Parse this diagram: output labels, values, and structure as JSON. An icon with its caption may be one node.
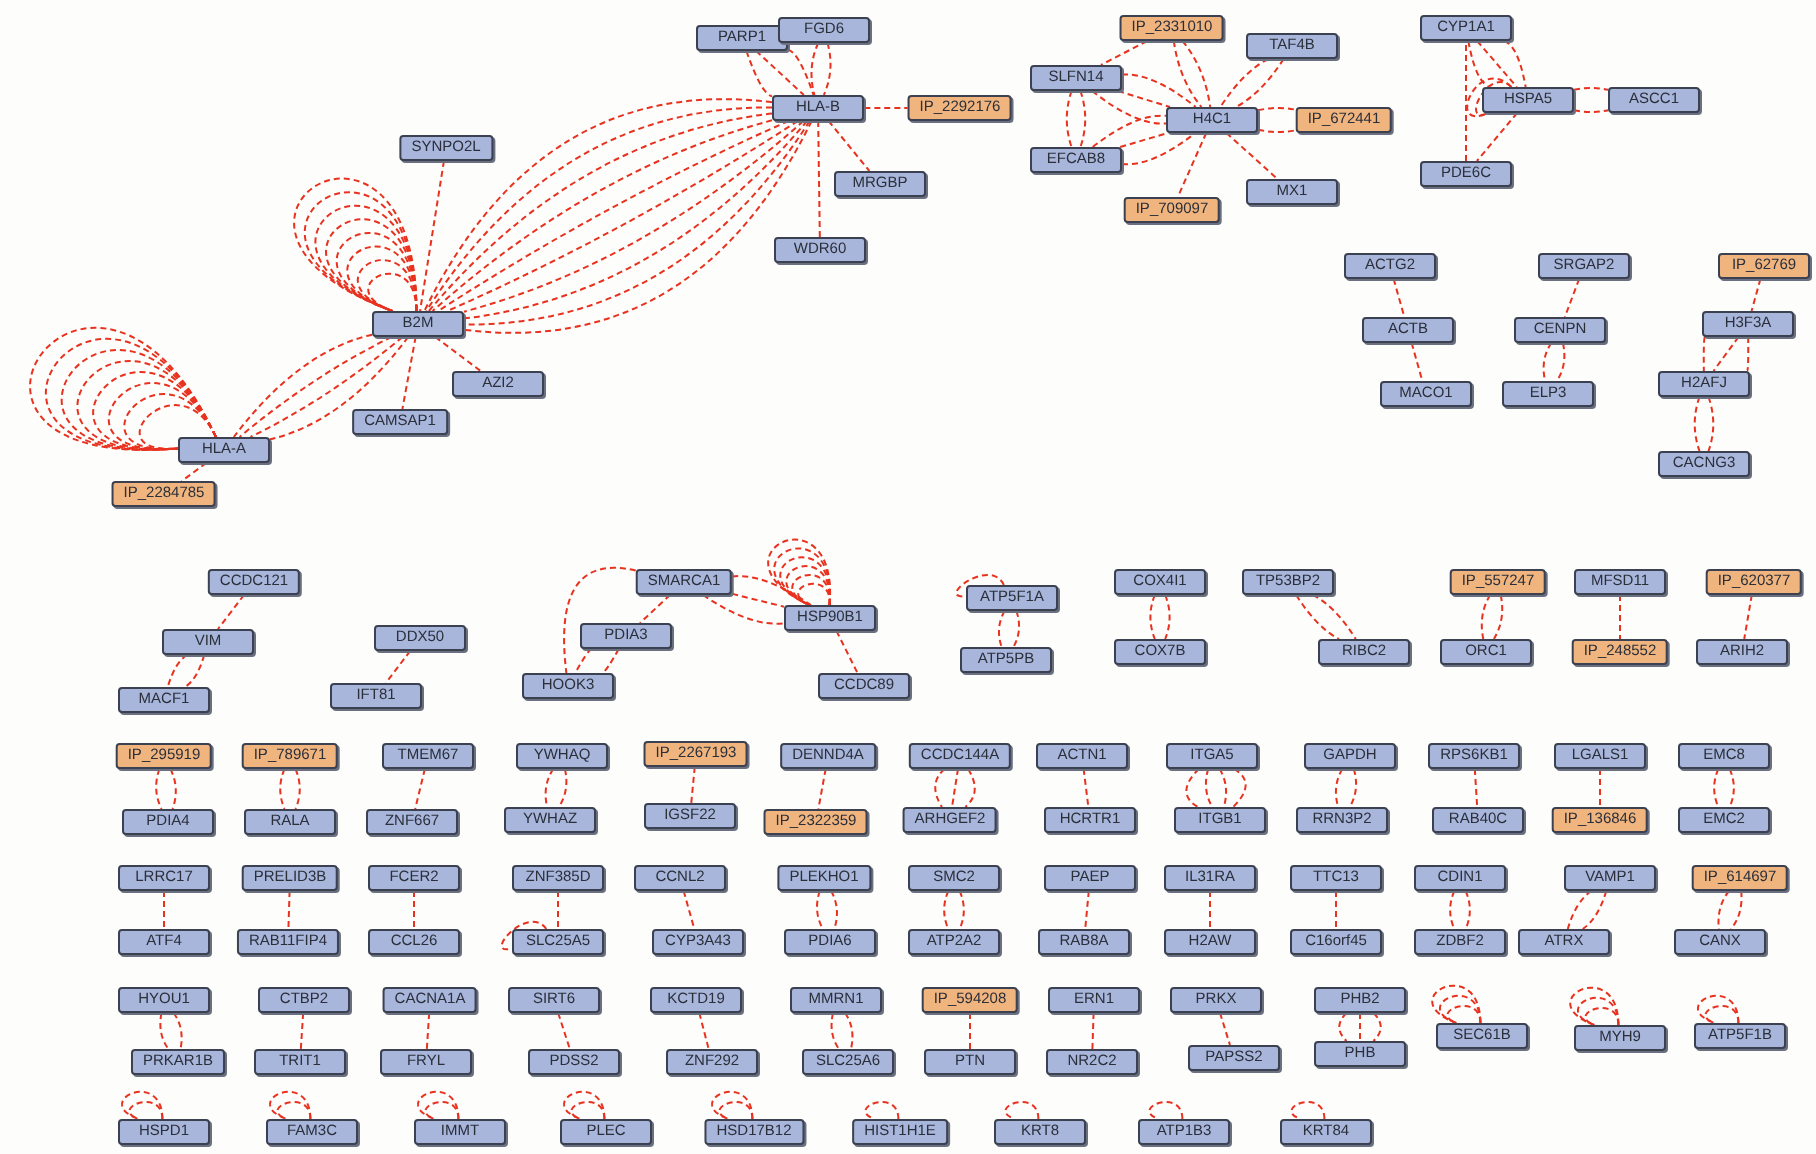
{
  "diagram": {
    "nodes": [
      {
        "text": [
          "PARP1"
        ]
      },
      {
        "text": [
          "FGD6"
        ]
      },
      {
        "text": [
          "HLA-B"
        ]
      },
      {
        "text": [
          "IP_2292176"
        ]
      },
      {
        "text": [
          "MRGBP"
        ]
      },
      {
        "text": [
          "WDR60"
        ]
      },
      {
        "text": [
          "SYNPO2L"
        ]
      },
      {
        "text": [
          "B2M"
        ]
      },
      {
        "text": [
          "AZI2"
        ]
      },
      {
        "text": [
          "CAMSAP1"
        ]
      },
      {
        "text": [
          "HLA-A"
        ]
      },
      {
        "text": [
          "IP_2284785"
        ]
      },
      {
        "text": [
          "IP_2331010"
        ]
      },
      {
        "text": [
          "TAF4B"
        ]
      },
      {
        "text": [
          "SLFN14"
        ]
      },
      {
        "text": [
          "H4C1"
        ]
      },
      {
        "text": [
          "IP_672441"
        ]
      },
      {
        "text": [
          "EFCAB8"
        ]
      },
      {
        "text": [
          "MX1"
        ]
      },
      {
        "text": [
          "IP_709097"
        ]
      },
      {
        "text": [
          "CYP1A1"
        ]
      },
      {
        "text": [
          "HSPA5"
        ]
      },
      {
        "text": [
          "ASCC1"
        ]
      },
      {
        "text": [
          "PDE6C"
        ]
      },
      {
        "text": [
          "ACTG2"
        ]
      },
      {
        "text": [
          "ACTB"
        ]
      },
      {
        "text": [
          "MACO1"
        ]
      },
      {
        "text": [
          "SRGAP2"
        ]
      },
      {
        "text": [
          "CENPN"
        ]
      },
      {
        "text": [
          "ELP3"
        ]
      },
      {
        "text": [
          "IP_62769"
        ]
      },
      {
        "text": [
          "H3F3A"
        ]
      },
      {
        "text": [
          "H2AFJ"
        ]
      },
      {
        "text": [
          "CACNG3"
        ]
      },
      {
        "text": [
          "CCDC121"
        ]
      },
      {
        "text": [
          "VIM"
        ]
      },
      {
        "text": [
          "MACF1"
        ]
      },
      {
        "text": [
          "DDX50"
        ]
      },
      {
        "text": [
          "IFT81"
        ]
      },
      {
        "text": [
          "SMARCA1"
        ]
      },
      {
        "text": [
          "PDIA3"
        ]
      },
      {
        "text": [
          "HOOK3"
        ]
      },
      {
        "text": [
          "HSP90B1"
        ]
      },
      {
        "text": [
          "CCDC89"
        ]
      },
      {
        "text": [
          "ATP5F1A"
        ]
      },
      {
        "text": [
          "ATP5PB"
        ]
      },
      {
        "text": [
          "COX4I1"
        ]
      },
      {
        "text": [
          "COX7B"
        ]
      },
      {
        "text": [
          "TP53BP2"
        ]
      },
      {
        "text": [
          "RIBC2"
        ]
      },
      {
        "text": [
          "IP_557247"
        ]
      },
      {
        "text": [
          "ORC1"
        ]
      },
      {
        "text": [
          "MFSD11"
        ]
      },
      {
        "text": [
          "IP_248552"
        ]
      },
      {
        "text": [
          "IP_620377"
        ]
      },
      {
        "text": [
          "ARIH2"
        ]
      },
      {
        "text": [
          "IP_295919"
        ]
      },
      {
        "text": [
          "PDIA4"
        ]
      },
      {
        "text": [
          "IP_789671"
        ]
      },
      {
        "text": [
          "RALA"
        ]
      },
      {
        "text": [
          "TMEM67"
        ]
      },
      {
        "text": [
          "ZNF667"
        ]
      },
      {
        "text": [
          "YWHAQ"
        ]
      },
      {
        "text": [
          "YWHAZ"
        ]
      },
      {
        "text": [
          "IP_2267193"
        ]
      },
      {
        "text": [
          "IGSF22"
        ]
      },
      {
        "text": [
          "DENND4A"
        ]
      },
      {
        "text": [
          "IP_2322359"
        ]
      },
      {
        "text": [
          "CCDC144A"
        ]
      },
      {
        "text": [
          "ARHGEF2"
        ]
      },
      {
        "text": [
          "ACTN1"
        ]
      },
      {
        "text": [
          "HCRTR1"
        ]
      },
      {
        "text": [
          "ITGA5"
        ]
      },
      {
        "text": [
          "ITGB1"
        ]
      },
      {
        "text": [
          "GAPDH"
        ]
      },
      {
        "text": [
          "RRN3P2"
        ]
      },
      {
        "text": [
          "RPS6KB1"
        ]
      },
      {
        "text": [
          "RAB40C"
        ]
      },
      {
        "text": [
          "LGALS1"
        ]
      },
      {
        "text": [
          "IP_136846"
        ]
      },
      {
        "text": [
          "EMC8"
        ]
      },
      {
        "text": [
          "EMC2"
        ]
      },
      {
        "text": [
          "LRRC17"
        ]
      },
      {
        "text": [
          "ATF4"
        ]
      },
      {
        "text": [
          "PRELID3B"
        ]
      },
      {
        "text": [
          "RAB11FIP4"
        ]
      },
      {
        "text": [
          "FCER2"
        ]
      },
      {
        "text": [
          "CCL26"
        ]
      },
      {
        "text": [
          "ZNF385D"
        ]
      },
      {
        "text": [
          "SLC25A5"
        ]
      },
      {
        "text": [
          "CCNL2"
        ]
      },
      {
        "text": [
          "CYP3A43"
        ]
      },
      {
        "text": [
          "PLEKHO1"
        ]
      },
      {
        "text": [
          "PDIA6"
        ]
      },
      {
        "text": [
          "SMC2"
        ]
      },
      {
        "text": [
          "ATP2A2"
        ]
      },
      {
        "text": [
          "PAEP"
        ]
      },
      {
        "text": [
          "RAB8A"
        ]
      },
      {
        "text": [
          "IL31RA"
        ]
      },
      {
        "text": [
          "H2AW"
        ]
      },
      {
        "text": [
          "TTC13"
        ]
      },
      {
        "text": [
          "C16orf45"
        ]
      },
      {
        "text": [
          "CDIN1"
        ]
      },
      {
        "text": [
          "ZDBF2"
        ]
      },
      {
        "text": [
          "VAMP1"
        ]
      },
      {
        "text": [
          "ATRX"
        ]
      },
      {
        "text": [
          "IP_614697"
        ]
      },
      {
        "text": [
          "CANX"
        ]
      },
      {
        "text": [
          "HYOU1"
        ]
      },
      {
        "text": [
          "PRKAR1B"
        ]
      },
      {
        "text": [
          "CTBP2"
        ]
      },
      {
        "text": [
          "TRIT1"
        ]
      },
      {
        "text": [
          "CACNA1A"
        ]
      },
      {
        "text": [
          "FRYL"
        ]
      },
      {
        "text": [
          "SIRT6"
        ]
      },
      {
        "text": [
          "PDSS2"
        ]
      },
      {
        "text": [
          "KCTD19"
        ]
      },
      {
        "text": [
          "ZNF292"
        ]
      },
      {
        "text": [
          "MMRN1"
        ]
      },
      {
        "text": [
          "SLC25A6"
        ]
      },
      {
        "text": [
          "IP_594208"
        ]
      },
      {
        "text": [
          "PTN"
        ]
      },
      {
        "text": [
          "ERN1"
        ]
      },
      {
        "text": [
          "NR2C2"
        ]
      },
      {
        "text": [
          "PRKX"
        ]
      },
      {
        "text": [
          "PAPSS2"
        ]
      },
      {
        "text": [
          "PHB2"
        ]
      },
      {
        "text": [
          "PHB"
        ]
      },
      {
        "text": [
          "SEC61B"
        ]
      },
      {
        "text": [
          "MYH9"
        ]
      },
      {
        "text": [
          "ATP5F1B"
        ]
      },
      {
        "text": [
          "HSPD1"
        ]
      },
      {
        "text": [
          "FAM3C"
        ]
      },
      {
        "text": [
          "IMMT"
        ]
      },
      {
        "text": [
          "PLEC"
        ]
      },
      {
        "text": [
          "HSD17B12"
        ]
      },
      {
        "text": [
          "HIST1H1E"
        ]
      },
      {
        "text": [
          "KRT8"
        ]
      },
      {
        "text": [
          "ATP1B3"
        ]
      },
      {
        "text": [
          "KRT84"
        ]
      }
    ],
    "edges": [
      {
        "from": 0,
        "to": 2,
        "arrow": "none"
      },
      {
        "from": 0,
        "to": 2,
        "arrow": "none"
      },
      {
        "from": 0,
        "to": 2,
        "arrow": "none"
      },
      {
        "from": 1,
        "to": 2,
        "arrow": "none"
      },
      {
        "from": 1,
        "to": 2,
        "arrow": "none"
      },
      {
        "from": 2,
        "to": 3,
        "arrow": "none"
      },
      {
        "from": 2,
        "to": 4,
        "arrow": "none"
      },
      {
        "from": 2,
        "to": 5,
        "arrow": "none"
      },
      {
        "from": 2,
        "to": 7,
        "arrow": "none"
      },
      {
        "from": 2,
        "to": 7,
        "arrow": "none"
      },
      {
        "from": 2,
        "to": 7,
        "arrow": "none"
      },
      {
        "from": 2,
        "to": 7,
        "arrow": "none"
      },
      {
        "from": 2,
        "to": 7,
        "arrow": "none"
      },
      {
        "from": 2,
        "to": 7,
        "arrow": "none"
      },
      {
        "from": 2,
        "to": 7,
        "arrow": "none"
      },
      {
        "from": 2,
        "to": 7,
        "arrow": "none"
      },
      {
        "from": 2,
        "to": 7,
        "arrow": "none"
      },
      {
        "from": 2,
        "to": 7,
        "arrow": "none"
      },
      {
        "from": 6,
        "to": 7,
        "arrow": "none"
      },
      {
        "from": 7,
        "to": 8,
        "arrow": "none"
      },
      {
        "from": 7,
        "to": 9,
        "arrow": "none"
      },
      {
        "from": 7,
        "to": 10,
        "arrow": "none"
      },
      {
        "from": 7,
        "to": 10,
        "arrow": "none"
      },
      {
        "from": 7,
        "to": 10,
        "arrow": "none"
      },
      {
        "from": 7,
        "to": 10,
        "arrow": "none"
      },
      {
        "from": 7,
        "to": 7,
        "arrow": "none"
      },
      {
        "from": 7,
        "to": 7,
        "arrow": "none"
      },
      {
        "from": 7,
        "to": 7,
        "arrow": "none"
      },
      {
        "from": 7,
        "to": 7,
        "arrow": "none"
      },
      {
        "from": 7,
        "to": 7,
        "arrow": "none"
      },
      {
        "from": 7,
        "to": 7,
        "arrow": "none"
      },
      {
        "from": 7,
        "to": 7,
        "arrow": "none"
      },
      {
        "from": 7,
        "to": 7,
        "arrow": "none"
      },
      {
        "from": 10,
        "to": 10,
        "arrow": "none"
      },
      {
        "from": 10,
        "to": 10,
        "arrow": "none"
      },
      {
        "from": 10,
        "to": 10,
        "arrow": "none"
      },
      {
        "from": 10,
        "to": 10,
        "arrow": "none"
      },
      {
        "from": 10,
        "to": 10,
        "arrow": "none"
      },
      {
        "from": 10,
        "to": 10,
        "arrow": "none"
      },
      {
        "from": 10,
        "to": 10,
        "arrow": "none"
      },
      {
        "from": 10,
        "to": 10,
        "arrow": "none"
      },
      {
        "from": 10,
        "to": 11,
        "arrow": "none"
      },
      {
        "from": 12,
        "to": 15,
        "arrow": "none"
      },
      {
        "from": 12,
        "to": 15,
        "arrow": "none"
      },
      {
        "from": 12,
        "to": 14,
        "arrow": "none"
      },
      {
        "from": 13,
        "to": 15,
        "arrow": "none"
      },
      {
        "from": 13,
        "to": 15,
        "arrow": "none"
      },
      {
        "from": 14,
        "to": 15,
        "arrow": "none"
      },
      {
        "from": 14,
        "to": 15,
        "arrow": "none"
      },
      {
        "from": 14,
        "to": 15,
        "arrow": "none"
      },
      {
        "from": 14,
        "to": 17,
        "arrow": "none"
      },
      {
        "from": 14,
        "to": 17,
        "arrow": "none"
      },
      {
        "from": 17,
        "to": 15,
        "arrow": "none"
      },
      {
        "from": 17,
        "to": 15,
        "arrow": "none"
      },
      {
        "from": 17,
        "to": 15,
        "arrow": "none"
      },
      {
        "from": 15,
        "to": 16,
        "arrow": "none"
      },
      {
        "from": 15,
        "to": 16,
        "arrow": "none"
      },
      {
        "from": 15,
        "to": 18,
        "arrow": "none"
      },
      {
        "from": 15,
        "to": 19,
        "arrow": "none"
      },
      {
        "from": 20,
        "to": 21,
        "arrow": "none"
      },
      {
        "from": 20,
        "to": 21,
        "arrow": "none"
      },
      {
        "from": 20,
        "to": 21,
        "arrow": "none"
      },
      {
        "from": 21,
        "to": 21,
        "arrow": "none"
      },
      {
        "from": 21,
        "to": 21,
        "arrow": "none"
      },
      {
        "from": 21,
        "to": 22,
        "arrow": "none"
      },
      {
        "from": 21,
        "to": 22,
        "arrow": "none"
      },
      {
        "from": 21,
        "to": 23,
        "arrow": "none"
      },
      {
        "from": 23,
        "to": 20,
        "arrow": "none"
      },
      {
        "from": 24,
        "to": 25,
        "arrow": "none"
      },
      {
        "from": 25,
        "to": 26,
        "arrow": "none"
      },
      {
        "from": 27,
        "to": 28,
        "arrow": "none"
      },
      {
        "from": 28,
        "to": 29,
        "arrow": "none"
      },
      {
        "from": 28,
        "to": 29,
        "arrow": "none"
      },
      {
        "from": 30,
        "to": 31,
        "arrow": "none"
      },
      {
        "from": 31,
        "to": 32,
        "arrow": "none"
      },
      {
        "from": 31,
        "to": 32,
        "arrow": "none"
      },
      {
        "from": 31,
        "to": 32,
        "arrow": "none"
      },
      {
        "from": 32,
        "to": 33,
        "arrow": "none"
      },
      {
        "from": 32,
        "to": 33,
        "arrow": "none"
      },
      {
        "from": 34,
        "to": 35,
        "arrow": "none"
      },
      {
        "from": 35,
        "to": 36,
        "arrow": "none"
      },
      {
        "from": 35,
        "to": 36,
        "arrow": "none"
      },
      {
        "from": 37,
        "to": 38,
        "arrow": "none"
      },
      {
        "from": 39,
        "to": 40,
        "arrow": "none"
      },
      {
        "from": 39,
        "to": 41,
        "arrow": "none"
      },
      {
        "from": 40,
        "to": 41,
        "arrow": "none"
      },
      {
        "from": 40,
        "to": 41,
        "arrow": "none"
      },
      {
        "from": 39,
        "to": 42,
        "arrow": "none"
      },
      {
        "from": 39,
        "to": 42,
        "arrow": "none"
      },
      {
        "from": 39,
        "to": 42,
        "arrow": "none"
      },
      {
        "from": 42,
        "to": 42,
        "arrow": "none"
      },
      {
        "from": 42,
        "to": 42,
        "arrow": "none"
      },
      {
        "from": 42,
        "to": 42,
        "arrow": "none"
      },
      {
        "from": 42,
        "to": 42,
        "arrow": "none"
      },
      {
        "from": 42,
        "to": 42,
        "arrow": "none"
      },
      {
        "from": 42,
        "to": 42,
        "arrow": "none"
      },
      {
        "from": 42,
        "to": 43,
        "arrow": "none"
      },
      {
        "from": 44,
        "to": 44,
        "arrow": "none"
      },
      {
        "from": 44,
        "to": 45,
        "arrow": "none"
      },
      {
        "from": 44,
        "to": 45,
        "arrow": "none"
      },
      {
        "from": 46,
        "to": 47,
        "arrow": "none"
      },
      {
        "from": 46,
        "to": 47,
        "arrow": "none"
      },
      {
        "from": 48,
        "to": 49,
        "arrow": "none"
      },
      {
        "from": 48,
        "to": 49,
        "arrow": "none"
      },
      {
        "from": 50,
        "to": 51,
        "arrow": "none"
      },
      {
        "from": 50,
        "to": 51,
        "arrow": "none"
      },
      {
        "from": 52,
        "to": 53,
        "arrow": "none"
      },
      {
        "from": 54,
        "to": 55,
        "arrow": "none"
      },
      {
        "from": 56,
        "to": 57,
        "arrow": "none"
      },
      {
        "from": 56,
        "to": 57,
        "arrow": "none"
      },
      {
        "from": 58,
        "to": 59,
        "arrow": "none"
      },
      {
        "from": 58,
        "to": 59,
        "arrow": "none"
      },
      {
        "from": 60,
        "to": 61,
        "arrow": "none"
      },
      {
        "from": 62,
        "to": 63,
        "arrow": "none"
      },
      {
        "from": 62,
        "to": 63,
        "arrow": "none"
      },
      {
        "from": 64,
        "to": 65,
        "arrow": "none"
      },
      {
        "from": 66,
        "to": 67,
        "arrow": "none"
      },
      {
        "from": 68,
        "to": 69,
        "arrow": "none"
      },
      {
        "from": 68,
        "to": 69,
        "arrow": "none"
      },
      {
        "from": 68,
        "to": 69,
        "arrow": "none"
      },
      {
        "from": 70,
        "to": 71,
        "arrow": "none"
      },
      {
        "from": 72,
        "to": 73,
        "arrow": "none"
      },
      {
        "from": 72,
        "to": 73,
        "arrow": "none"
      },
      {
        "from": 72,
        "to": 73,
        "arrow": "none"
      },
      {
        "from": 72,
        "to": 73,
        "arrow": "none"
      },
      {
        "from": 74,
        "to": 75,
        "arrow": "none"
      },
      {
        "from": 74,
        "to": 75,
        "arrow": "none"
      },
      {
        "from": 76,
        "to": 77,
        "arrow": "none"
      },
      {
        "from": 78,
        "to": 79,
        "arrow": "none"
      },
      {
        "from": 80,
        "to": 81,
        "arrow": "none"
      },
      {
        "from": 80,
        "to": 81,
        "arrow": "none"
      },
      {
        "from": 82,
        "to": 83,
        "arrow": "none"
      },
      {
        "from": 84,
        "to": 85,
        "arrow": "none"
      },
      {
        "from": 86,
        "to": 87,
        "arrow": "none"
      },
      {
        "from": 88,
        "to": 89,
        "arrow": "none"
      },
      {
        "from": 89,
        "to": 89,
        "arrow": "none"
      },
      {
        "from": 90,
        "to": 91,
        "arrow": "none"
      },
      {
        "from": 92,
        "to": 93,
        "arrow": "none"
      },
      {
        "from": 92,
        "to": 93,
        "arrow": "none"
      },
      {
        "from": 94,
        "to": 95,
        "arrow": "none"
      },
      {
        "from": 94,
        "to": 95,
        "arrow": "none"
      },
      {
        "from": 96,
        "to": 97,
        "arrow": "none"
      },
      {
        "from": 98,
        "to": 99,
        "arrow": "none"
      },
      {
        "from": 100,
        "to": 101,
        "arrow": "none"
      },
      {
        "from": 102,
        "to": 103,
        "arrow": "none"
      },
      {
        "from": 102,
        "to": 103,
        "arrow": "none"
      },
      {
        "from": 104,
        "to": 105,
        "arrow": "none"
      },
      {
        "from": 104,
        "to": 105,
        "arrow": "none"
      },
      {
        "from": 106,
        "to": 107,
        "arrow": "none"
      },
      {
        "from": 106,
        "to": 107,
        "arrow": "none"
      },
      {
        "from": 108,
        "to": 109,
        "arrow": "none"
      },
      {
        "from": 108,
        "to": 109,
        "arrow": "none"
      },
      {
        "from": 110,
        "to": 111,
        "arrow": "none"
      },
      {
        "from": 112,
        "to": 113,
        "arrow": "none"
      },
      {
        "from": 114,
        "to": 115,
        "arrow": "none"
      },
      {
        "from": 116,
        "to": 117,
        "arrow": "none"
      },
      {
        "from": 118,
        "to": 119,
        "arrow": "none"
      },
      {
        "from": 118,
        "to": 119,
        "arrow": "none"
      },
      {
        "from": 120,
        "to": 121,
        "arrow": "none"
      },
      {
        "from": 122,
        "to": 123,
        "arrow": "none"
      },
      {
        "from": 124,
        "to": 125,
        "arrow": "none"
      },
      {
        "from": 126,
        "to": 127,
        "arrow": "none"
      },
      {
        "from": 126,
        "to": 127,
        "arrow": "none"
      },
      {
        "from": 126,
        "to": 127,
        "arrow": "none"
      },
      {
        "from": 128,
        "to": 128,
        "arrow": "none"
      },
      {
        "from": 128,
        "to": 128,
        "arrow": "none"
      },
      {
        "from": 128,
        "to": 128,
        "arrow": "none"
      },
      {
        "from": 129,
        "to": 129,
        "arrow": "none"
      },
      {
        "from": 129,
        "to": 129,
        "arrow": "none"
      },
      {
        "from": 129,
        "to": 129,
        "arrow": "none"
      },
      {
        "from": 130,
        "to": 130,
        "arrow": "none"
      },
      {
        "from": 130,
        "to": 130,
        "arrow": "none"
      },
      {
        "from": 131,
        "to": 131,
        "arrow": "none"
      },
      {
        "from": 131,
        "to": 131,
        "arrow": "none"
      },
      {
        "from": 132,
        "to": 132,
        "arrow": "none"
      },
      {
        "from": 132,
        "to": 132,
        "arrow": "none"
      },
      {
        "from": 133,
        "to": 133,
        "arrow": "none"
      },
      {
        "from": 133,
        "to": 133,
        "arrow": "none"
      },
      {
        "from": 134,
        "to": 134,
        "arrow": "none"
      },
      {
        "from": 134,
        "to": 134,
        "arrow": "none"
      },
      {
        "from": 135,
        "to": 135,
        "arrow": "none"
      },
      {
        "from": 135,
        "to": 135,
        "arrow": "none"
      },
      {
        "from": 136,
        "to": 136,
        "arrow": "none"
      },
      {
        "from": 137,
        "to": 137,
        "arrow": "none"
      },
      {
        "from": 138,
        "to": 138,
        "arrow": "none"
      },
      {
        "from": 139,
        "to": 139,
        "arrow": "none"
      }
    ]
  }
}
